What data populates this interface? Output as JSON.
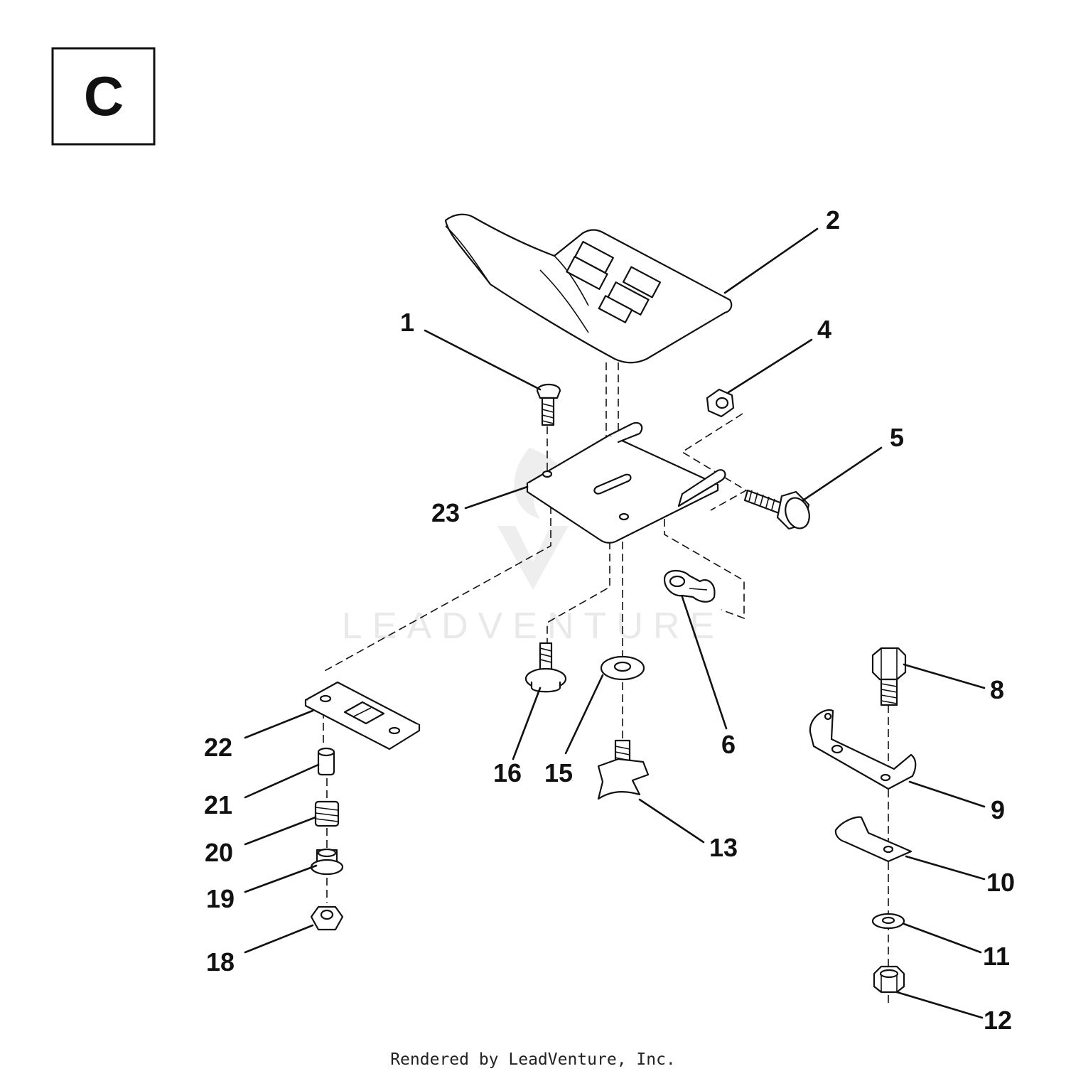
{
  "section": {
    "label": "C"
  },
  "watermark": {
    "text": "LEADVENTURE"
  },
  "callouts": [
    {
      "id": "2",
      "label": "2"
    },
    {
      "id": "1",
      "label": "1"
    },
    {
      "id": "4",
      "label": "4"
    },
    {
      "id": "5",
      "label": "5"
    },
    {
      "id": "23",
      "label": "23"
    },
    {
      "id": "6",
      "label": "6"
    },
    {
      "id": "8",
      "label": "8"
    },
    {
      "id": "9",
      "label": "9"
    },
    {
      "id": "10",
      "label": "10"
    },
    {
      "id": "11",
      "label": "11"
    },
    {
      "id": "12",
      "label": "12"
    },
    {
      "id": "13",
      "label": "13"
    },
    {
      "id": "15",
      "label": "15"
    },
    {
      "id": "16",
      "label": "16"
    },
    {
      "id": "18",
      "label": "18"
    },
    {
      "id": "19",
      "label": "19"
    },
    {
      "id": "20",
      "label": "20"
    },
    {
      "id": "21",
      "label": "21"
    },
    {
      "id": "22",
      "label": "22"
    }
  ],
  "footer": {
    "text": "Rendered by LeadVenture, Inc."
  }
}
